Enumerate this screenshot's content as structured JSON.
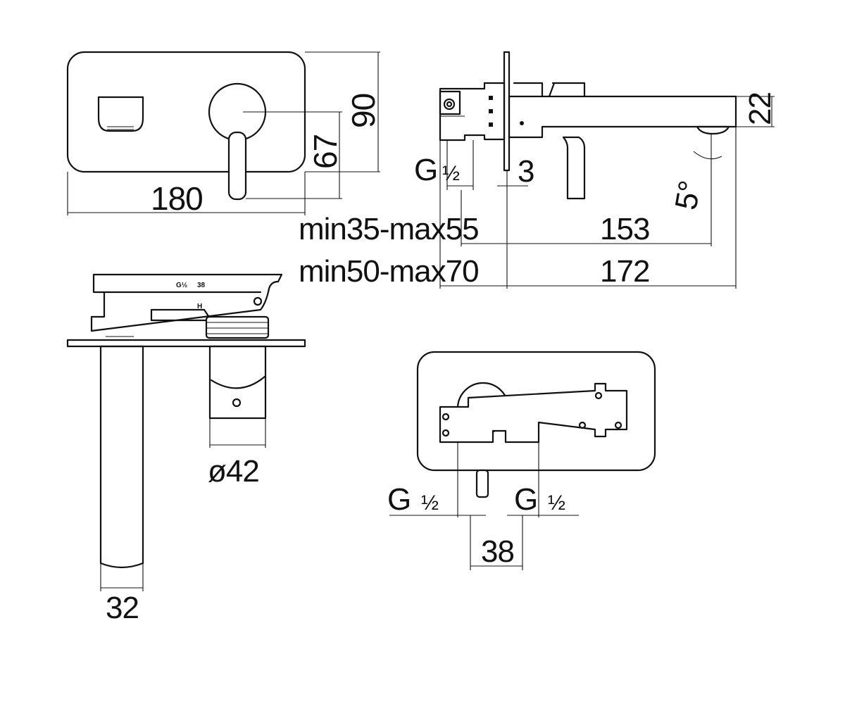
{
  "front_view": {
    "width": "180",
    "height": "90",
    "lever_axis_height": "67"
  },
  "side_view": {
    "thread": "G",
    "thread_fraction": "½",
    "plate_thickness": "3",
    "spout_height": "22",
    "angle": "5°",
    "wall_range_1": "min35-max55",
    "wall_range_2": "min50-max70",
    "projection_1": "153",
    "projection_2": "172"
  },
  "top_view": {
    "spout_diameter": "32",
    "handle_diameter": "ø42",
    "body_marks": [
      "G½",
      "38",
      "H"
    ]
  },
  "rear_view": {
    "thread_left": "G",
    "thread_right": "G",
    "thread_fraction": "½",
    "inlet_spacing": "38"
  }
}
